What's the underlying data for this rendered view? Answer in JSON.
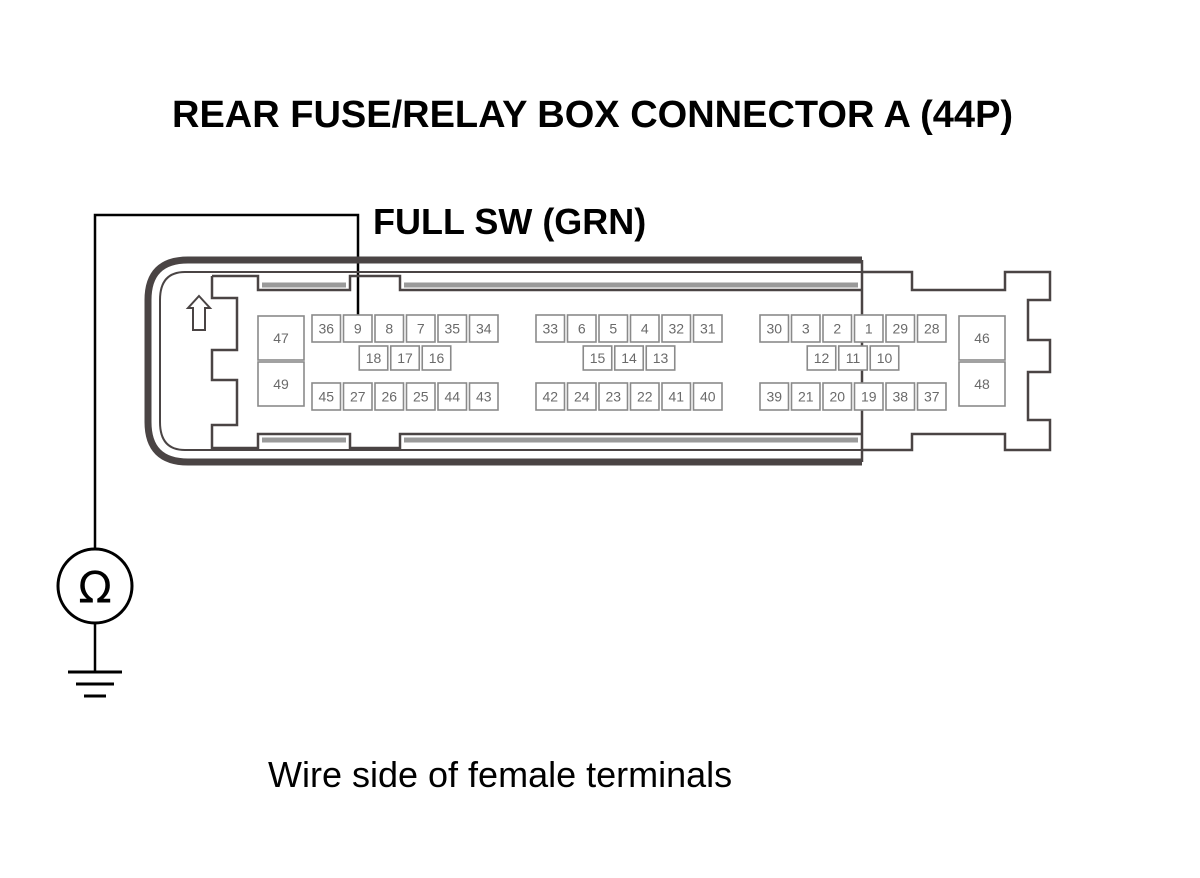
{
  "title": "REAR FUSE/RELAY BOX CONNECTOR A (44P)",
  "probe_label": "FULL SW (GRN)",
  "caption": "Wire side of female terminals",
  "meter_symbol": "Ω",
  "icons": {
    "meter": "ohmmeter-icon",
    "ground": "ground-icon",
    "lock_tab": "up-arrow-icon"
  },
  "connector": {
    "left_cavities": [
      "47",
      "49"
    ],
    "right_cavities": [
      "46",
      "48"
    ],
    "groups": [
      {
        "top": [
          "36",
          "9",
          "8",
          "7",
          "35",
          "34"
        ],
        "middle": [
          "18",
          "17",
          "16"
        ],
        "bottom": [
          "45",
          "27",
          "26",
          "25",
          "44",
          "43"
        ]
      },
      {
        "top": [
          "33",
          "6",
          "5",
          "4",
          "32",
          "31"
        ],
        "middle": [
          "15",
          "14",
          "13"
        ],
        "bottom": [
          "42",
          "24",
          "23",
          "22",
          "41",
          "40"
        ]
      },
      {
        "top": [
          "30",
          "3",
          "2",
          "1",
          "29",
          "28"
        ],
        "middle": [
          "12",
          "11",
          "10"
        ],
        "bottom": [
          "39",
          "21",
          "20",
          "19",
          "38",
          "37"
        ]
      }
    ],
    "probe_terminal": "9"
  },
  "colors": {
    "line": "#000000",
    "housing": "#4a4444",
    "rail": "#9a9a9a",
    "pin_border": "#8a8a8a",
    "pin_text": "#6a6a6a"
  }
}
